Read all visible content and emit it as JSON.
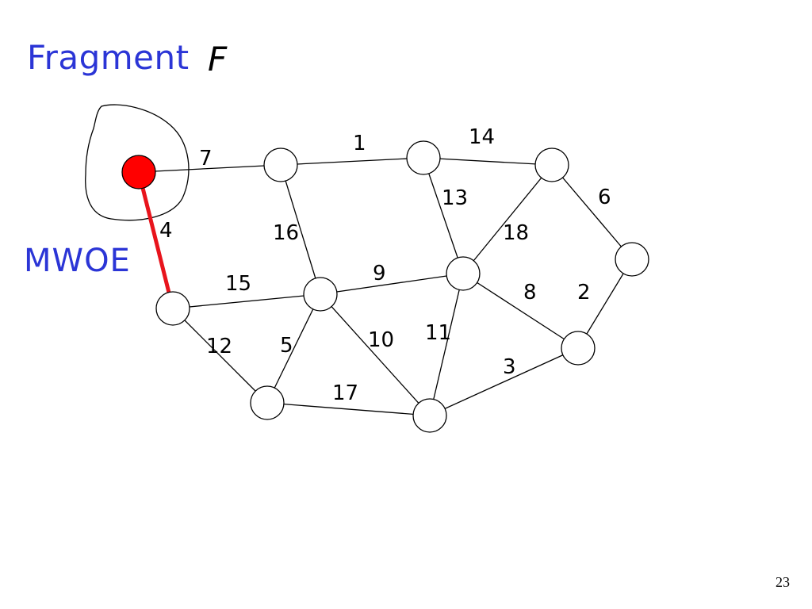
{
  "title": {
    "text": "Fragment",
    "variable": "F"
  },
  "mwoe_label": "MWOE",
  "page_number": "23",
  "colors": {
    "title": "#2b35d6",
    "edge": "#000000",
    "highlight_edge": "#e8141c",
    "fragment_node": "#ff0000"
  },
  "graph": {
    "fragment_node": "a",
    "mwoe_edge": [
      "a",
      "e"
    ],
    "nodes": [
      "a",
      "b",
      "c",
      "d",
      "e",
      "f",
      "g",
      "h",
      "i",
      "j",
      "k"
    ],
    "edges": [
      {
        "from": "a",
        "to": "b",
        "weight": "7"
      },
      {
        "from": "a",
        "to": "e",
        "weight": "4"
      },
      {
        "from": "b",
        "to": "c",
        "weight": "1"
      },
      {
        "from": "c",
        "to": "d",
        "weight": "14"
      },
      {
        "from": "c",
        "to": "g",
        "weight": "13"
      },
      {
        "from": "d",
        "to": "g",
        "weight": "18"
      },
      {
        "from": "d",
        "to": "h",
        "weight": "6"
      },
      {
        "from": "b",
        "to": "f",
        "weight": "16"
      },
      {
        "from": "e",
        "to": "f",
        "weight": "15"
      },
      {
        "from": "e",
        "to": "i",
        "weight": "12"
      },
      {
        "from": "f",
        "to": "g",
        "weight": "9"
      },
      {
        "from": "f",
        "to": "i",
        "weight": "5"
      },
      {
        "from": "f",
        "to": "k",
        "weight": "10"
      },
      {
        "from": "g",
        "to": "k",
        "weight": "11"
      },
      {
        "from": "g",
        "to": "j",
        "weight": "8"
      },
      {
        "from": "h",
        "to": "j",
        "weight": "2"
      },
      {
        "from": "i",
        "to": "k",
        "weight": "17"
      },
      {
        "from": "k",
        "to": "j",
        "weight": "3"
      }
    ]
  }
}
